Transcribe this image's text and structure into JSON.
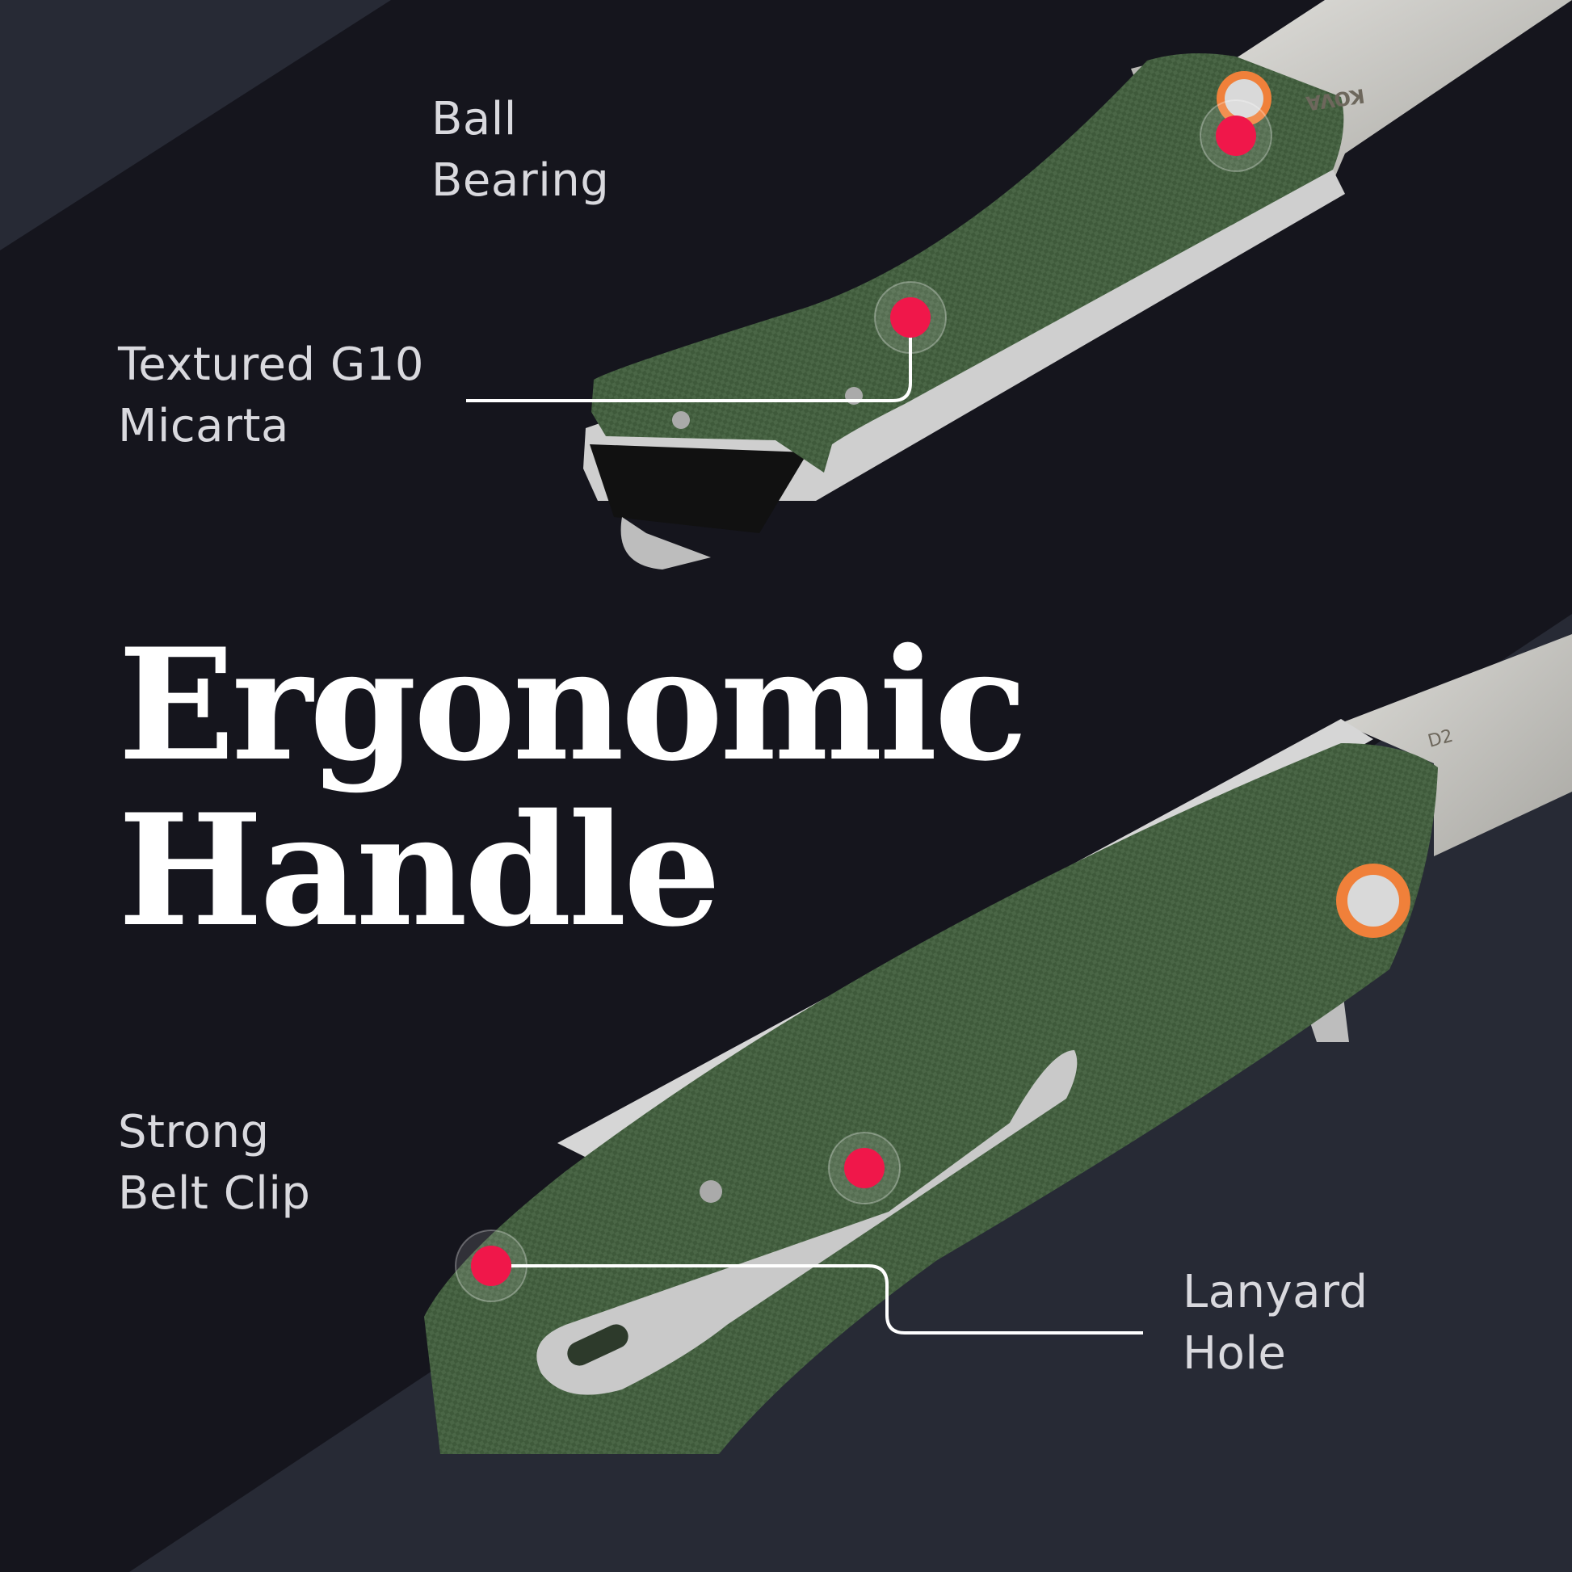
{
  "headline": {
    "line1": "Ergonomic",
    "line2": "Handle"
  },
  "callouts": [
    {
      "line1": "Ball",
      "line2": "Bearing"
    },
    {
      "line1": "Textured G10",
      "line2": "Micarta"
    },
    {
      "line1": "Strong",
      "line2": "Belt Clip"
    },
    {
      "line1": "Lanyard",
      "line2": "Hole"
    }
  ],
  "blade_marks": {
    "brand": "KOVA",
    "steel": "D2"
  },
  "colors": {
    "background": "#15151d",
    "panel": "#272a35",
    "handle": "#3f5a3b",
    "accent_dot": "#f0174a",
    "pivot": "#f0803a",
    "blade": "#c9c8c4"
  }
}
